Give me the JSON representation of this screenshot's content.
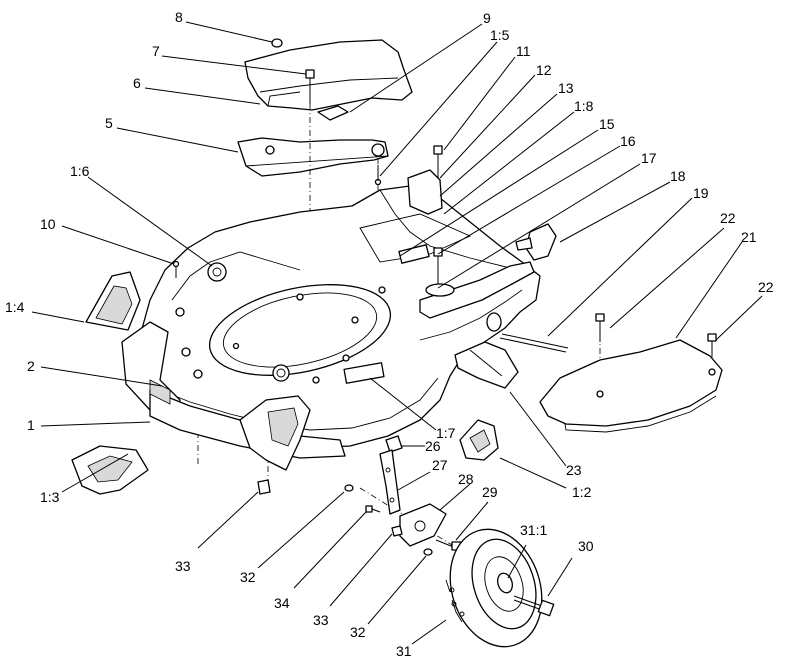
{
  "callouts": [
    {
      "id": "c8",
      "text": "8"
    },
    {
      "id": "c9",
      "text": "9"
    },
    {
      "id": "c1_5",
      "text": "1:5"
    },
    {
      "id": "c7",
      "text": "7"
    },
    {
      "id": "c11",
      "text": "11"
    },
    {
      "id": "c12",
      "text": "12"
    },
    {
      "id": "c6",
      "text": "6"
    },
    {
      "id": "c13",
      "text": "13"
    },
    {
      "id": "c1_8",
      "text": "1:8"
    },
    {
      "id": "c5",
      "text": "5"
    },
    {
      "id": "c15",
      "text": "15"
    },
    {
      "id": "c16",
      "text": "16"
    },
    {
      "id": "c17",
      "text": "17"
    },
    {
      "id": "c1_6",
      "text": "1:6"
    },
    {
      "id": "c18",
      "text": "18"
    },
    {
      "id": "c19",
      "text": "19"
    },
    {
      "id": "c10",
      "text": "10"
    },
    {
      "id": "c22a",
      "text": "22"
    },
    {
      "id": "c21",
      "text": "21"
    },
    {
      "id": "c22b",
      "text": "22"
    },
    {
      "id": "c1_4",
      "text": "1:4"
    },
    {
      "id": "c2",
      "text": "2"
    },
    {
      "id": "c1",
      "text": "1"
    },
    {
      "id": "c1_7",
      "text": "1:7"
    },
    {
      "id": "c26",
      "text": "26"
    },
    {
      "id": "c23",
      "text": "23"
    },
    {
      "id": "c27",
      "text": "27"
    },
    {
      "id": "c1_2",
      "text": "1:2"
    },
    {
      "id": "c28",
      "text": "28"
    },
    {
      "id": "c29",
      "text": "29"
    },
    {
      "id": "c1_3",
      "text": "1:3"
    },
    {
      "id": "c31_1",
      "text": "31:1"
    },
    {
      "id": "c33a",
      "text": "33"
    },
    {
      "id": "c32a",
      "text": "32"
    },
    {
      "id": "c30",
      "text": "30"
    },
    {
      "id": "c34",
      "text": "34"
    },
    {
      "id": "c33b",
      "text": "33"
    },
    {
      "id": "c32b",
      "text": "32"
    },
    {
      "id": "c31",
      "text": "31"
    }
  ]
}
